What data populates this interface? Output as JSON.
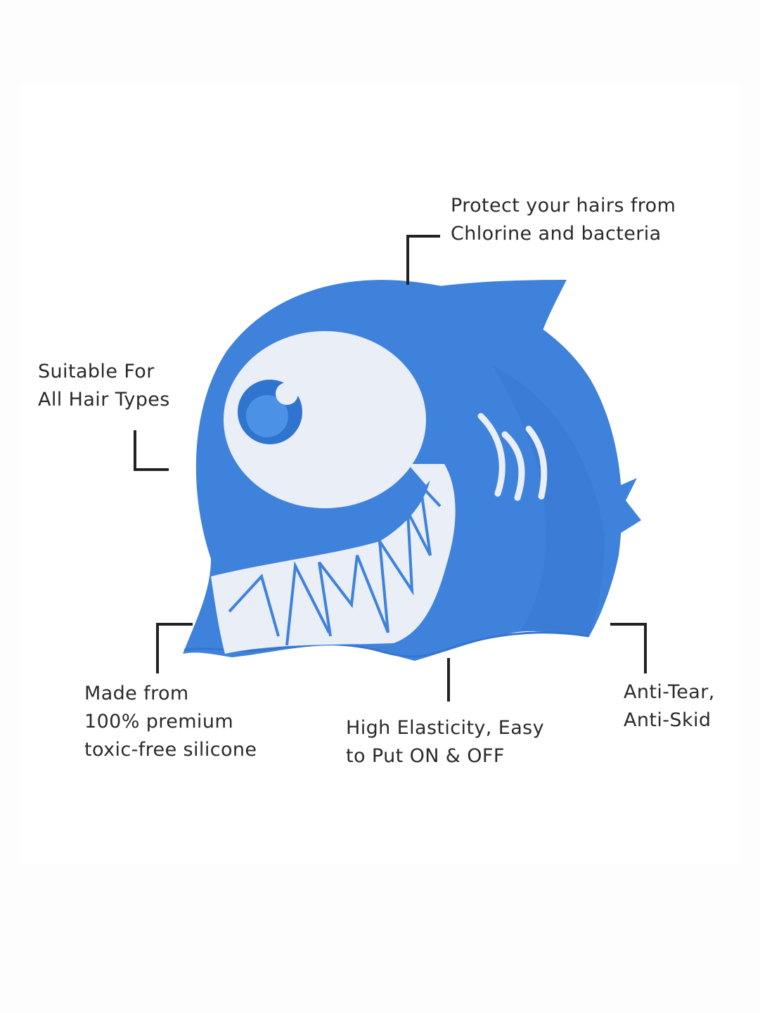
{
  "product": {
    "colors": {
      "cap": "#3f82dc",
      "cap_shade": "#3575cf",
      "eye_white": "#e9eef7",
      "pupil": "#2f74cf",
      "pupil_inner": "#4b92e6",
      "leader": "#222222"
    }
  },
  "callouts": {
    "protect": {
      "line1": "Protect your hairs from",
      "line2": "Chlorine and bacteria"
    },
    "suitable": {
      "line1": "Suitable For",
      "line2": "All Hair Types"
    },
    "made": {
      "line1": "Made from",
      "line2": "100% premium",
      "line3": "toxic-free silicone"
    },
    "elastic": {
      "line1": "High Elasticity, Easy",
      "line2": "to Put ON & OFF"
    },
    "tear": {
      "line1": "Anti-Tear,",
      "line2": "Anti-Skid"
    }
  }
}
